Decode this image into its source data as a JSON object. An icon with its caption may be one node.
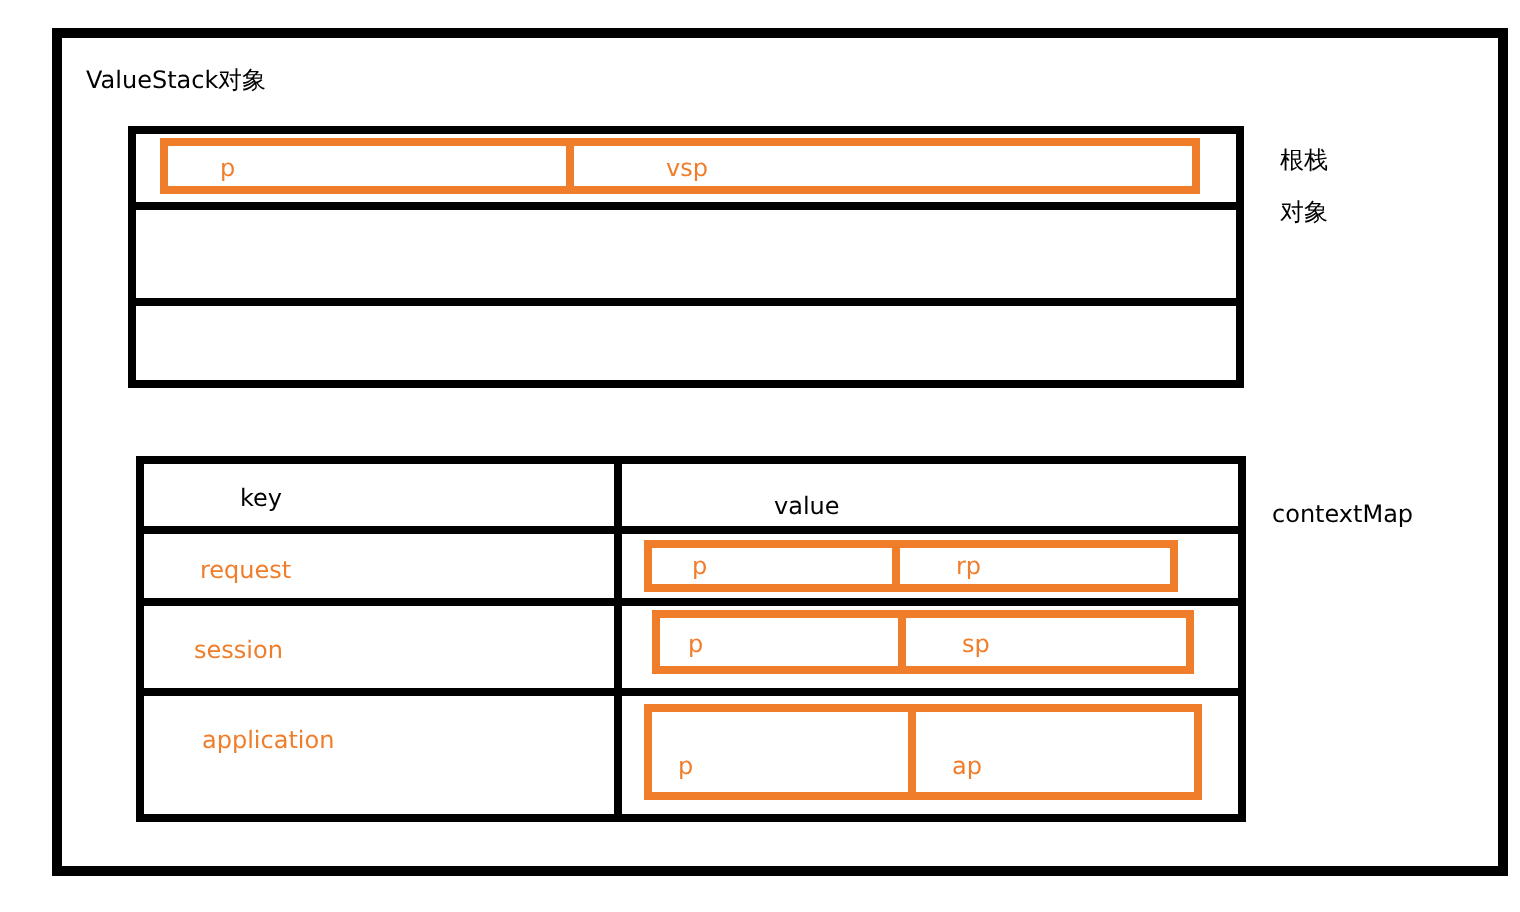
{
  "diagram": {
    "nodes": [
      {
        "text": [
          "ValueStack对象"
        ]
      },
      {
        "text": [],
        "shape": "box",
        "in": 0,
        "beside": [
          "根栈对象"
        ]
      },
      {
        "text": [],
        "shape": "box",
        "in": 1
      },
      {
        "text": [
          "p"
        ],
        "in": 2
      },
      {
        "text": [
          "vsp"
        ],
        "in": 2
      },
      {
        "text": [],
        "shape": "box",
        "in": 1
      },
      {
        "text": [],
        "shape": "box",
        "in": 1
      },
      {
        "text": [],
        "shape": "box",
        "in": 0,
        "beside": [
          "contextMap"
        ]
      },
      {
        "text": [
          "key"
        ],
        "in": 7
      },
      {
        "text": [
          "value"
        ],
        "in": 7
      },
      {
        "text": [
          "request"
        ],
        "in": 7
      },
      {
        "text": [],
        "shape": "box",
        "in": 7
      },
      {
        "text": [
          "p"
        ],
        "in": 11
      },
      {
        "text": [
          "rp"
        ],
        "in": 11
      },
      {
        "text": [
          "session"
        ],
        "in": 7
      },
      {
        "text": [],
        "shape": "box",
        "in": 7
      },
      {
        "text": [
          "p"
        ],
        "in": 15
      },
      {
        "text": [
          "sp"
        ],
        "in": 15
      },
      {
        "text": [
          "application"
        ],
        "in": 7
      },
      {
        "text": [],
        "shape": "box",
        "in": 7
      },
      {
        "text": [
          "p"
        ],
        "in": 19
      },
      {
        "text": [
          "ap"
        ],
        "in": 19
      }
    ],
    "edges": []
  }
}
